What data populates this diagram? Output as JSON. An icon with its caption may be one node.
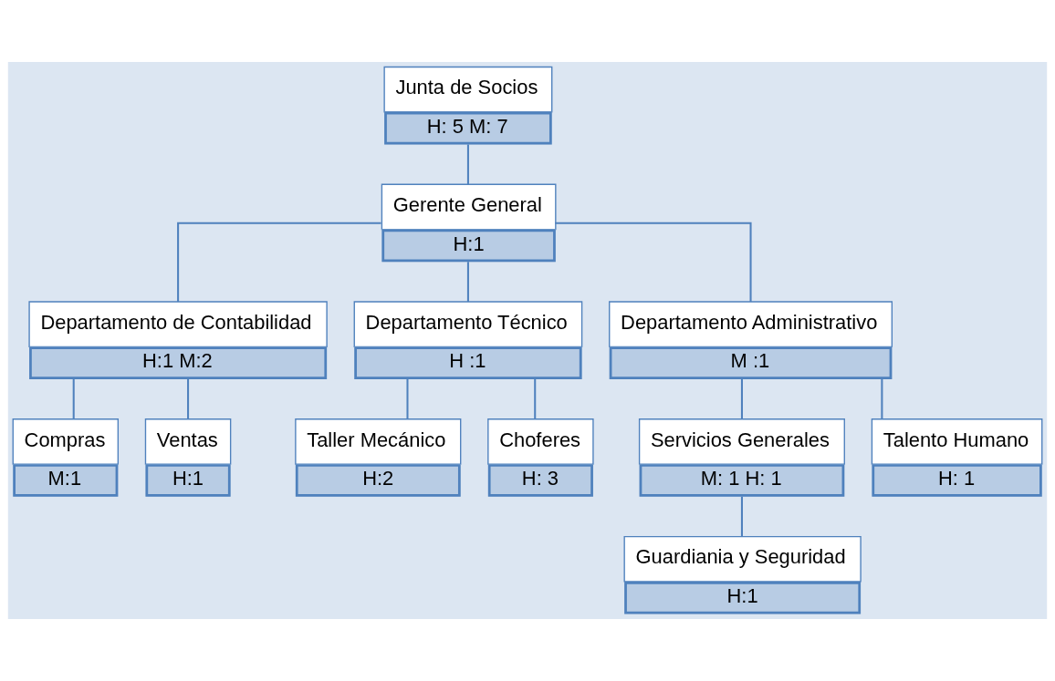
{
  "diagram": {
    "nodes": [
      {
        "text": [
          "Junta de Socios",
          "H: 5 M: 7"
        ]
      },
      {
        "text": [
          "Gerente General",
          "H:1"
        ]
      },
      {
        "text": [
          "Departamento de Contabilidad",
          "H:1 M:2"
        ]
      },
      {
        "text": [
          "Departamento Técnico",
          "H :1"
        ]
      },
      {
        "text": [
          "Departamento Administrativo",
          "M :1"
        ]
      },
      {
        "text": [
          "Compras",
          "M:1"
        ]
      },
      {
        "text": [
          "Ventas",
          "H:1"
        ]
      },
      {
        "text": [
          "Taller Mecánico",
          "H:2"
        ]
      },
      {
        "text": [
          "Choferes",
          "H: 3"
        ]
      },
      {
        "text": [
          "Servicios Generales",
          "M: 1 H: 1"
        ]
      },
      {
        "text": [
          "Talento Humano",
          "H: 1"
        ]
      },
      {
        "text": [
          "Guardiania y Seguridad",
          "H:1"
        ]
      }
    ],
    "edges": [
      {
        "from": 0,
        "to": 1,
        "arrow": "none"
      },
      {
        "from": 1,
        "to": 2,
        "arrow": "none"
      },
      {
        "from": 1,
        "to": 3,
        "arrow": "none"
      },
      {
        "from": 1,
        "to": 4,
        "arrow": "none"
      },
      {
        "from": 2,
        "to": 5,
        "arrow": "none"
      },
      {
        "from": 2,
        "to": 6,
        "arrow": "none"
      },
      {
        "from": 3,
        "to": 7,
        "arrow": "none"
      },
      {
        "from": 3,
        "to": 8,
        "arrow": "none"
      },
      {
        "from": 4,
        "to": 9,
        "arrow": "none"
      },
      {
        "from": 4,
        "to": 10,
        "arrow": "none"
      },
      {
        "from": 9,
        "to": 11,
        "arrow": "none"
      }
    ]
  }
}
